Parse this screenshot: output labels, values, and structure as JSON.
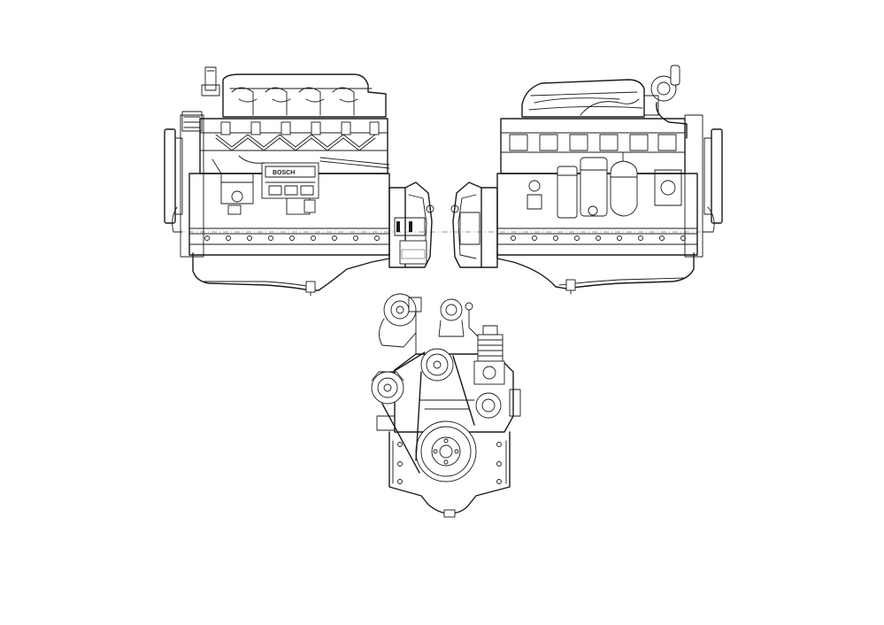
{
  "drawing": {
    "background": "#ffffff",
    "line_color": "#1a1a1a",
    "views": [
      {
        "view": "left-side",
        "pump_brand": "BOSCH"
      },
      {
        "view": "right-side"
      },
      {
        "view": "front"
      }
    ]
  }
}
